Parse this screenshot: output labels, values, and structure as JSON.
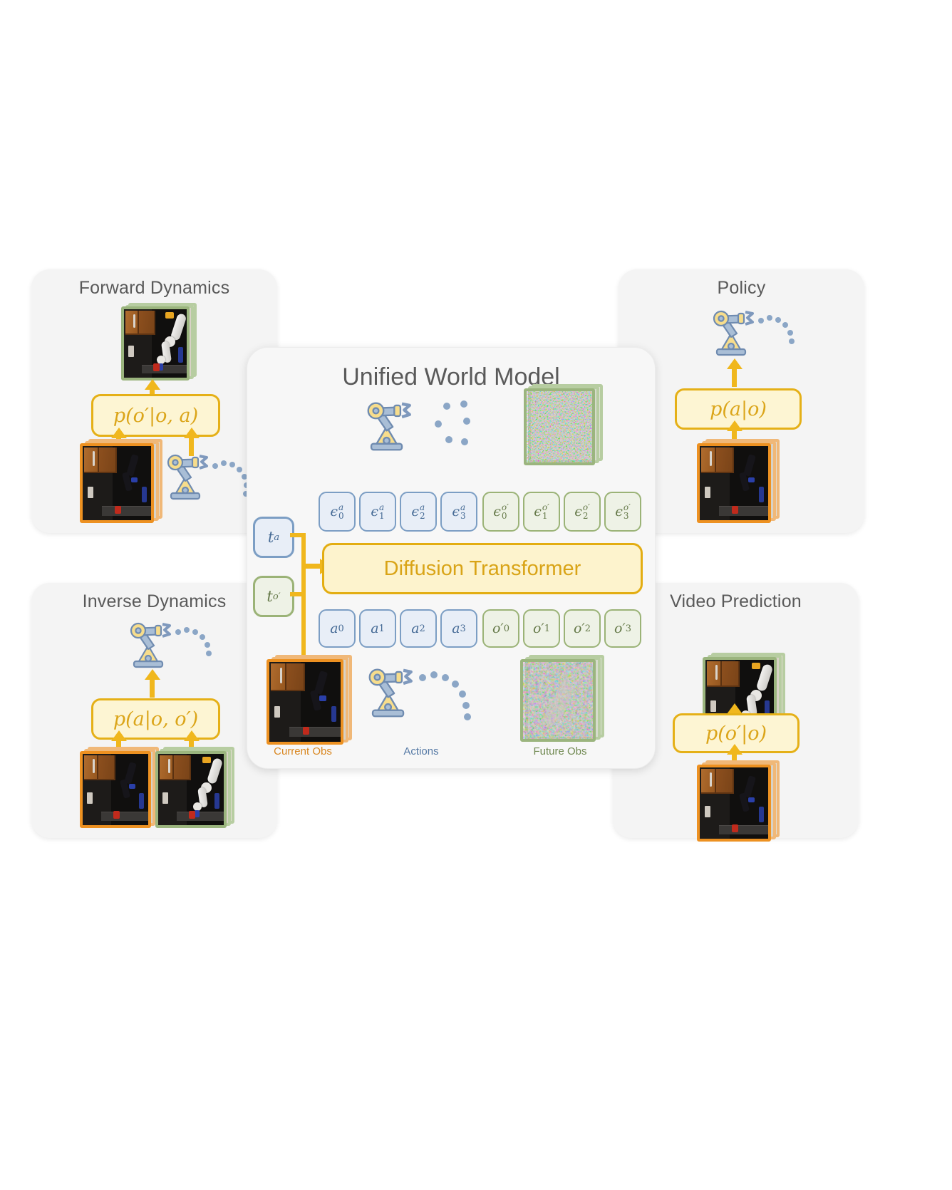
{
  "figure": {
    "center_panel": {
      "title": "Unified World Model",
      "transformer_label": "Diffusion Transformer",
      "timestep_tokens": [
        {
          "name": "timestep-action",
          "base": "t",
          "sub": "a",
          "kind": "action"
        },
        {
          "name": "timestep-obs",
          "base": "t",
          "sub": "o′",
          "kind": "obs"
        }
      ],
      "noise_tokens": [
        {
          "base": "ϵ",
          "sup": "a",
          "sub": "0",
          "kind": "action"
        },
        {
          "base": "ϵ",
          "sup": "a",
          "sub": "1",
          "kind": "action"
        },
        {
          "base": "ϵ",
          "sup": "a",
          "sub": "2",
          "kind": "action"
        },
        {
          "base": "ϵ",
          "sup": "a",
          "sub": "3",
          "kind": "action"
        },
        {
          "base": "ϵ",
          "sup": "o′",
          "sub": "0",
          "kind": "obs"
        },
        {
          "base": "ϵ",
          "sup": "o′",
          "sub": "1",
          "kind": "obs"
        },
        {
          "base": "ϵ",
          "sup": "o′",
          "sub": "2",
          "kind": "obs"
        },
        {
          "base": "ϵ",
          "sup": "o′",
          "sub": "3",
          "kind": "obs"
        }
      ],
      "sequence_tokens": [
        {
          "base": "a",
          "sup": "",
          "sub": "0",
          "kind": "action"
        },
        {
          "base": "a",
          "sup": "",
          "sub": "1",
          "kind": "action"
        },
        {
          "base": "a",
          "sup": "",
          "sub": "2",
          "kind": "action"
        },
        {
          "base": "a",
          "sup": "",
          "sub": "3",
          "kind": "action"
        },
        {
          "base": "o′",
          "sup": "",
          "sub": "0",
          "kind": "obs"
        },
        {
          "base": "o′",
          "sup": "",
          "sub": "1",
          "kind": "obs"
        },
        {
          "base": "o′",
          "sup": "",
          "sub": "2",
          "kind": "obs"
        },
        {
          "base": "o′",
          "sup": "",
          "sub": "3",
          "kind": "obs"
        }
      ],
      "captions": [
        {
          "text": "Current Obs",
          "color": "#d98721"
        },
        {
          "text": "Actions",
          "color": "#5579a5"
        },
        {
          "text": "Future Obs",
          "color": "#718a52"
        }
      ]
    },
    "panels": [
      {
        "id": "forward-dynamics",
        "title": "Forward Dynamics",
        "formula": "p(o′|o, a)"
      },
      {
        "id": "policy",
        "title": "Policy",
        "formula": "p(a|o)"
      },
      {
        "id": "inverse-dynamics",
        "title": "Inverse Dynamics",
        "formula": "p(a|o, o′)"
      },
      {
        "id": "video-prediction",
        "title": "Video Prediction",
        "formula": "p(o′|o)"
      }
    ],
    "colors": {
      "accent_yellow": "#e5b017",
      "formula_fill": "#fdf5d3",
      "action_blue_border": "#7c9ec4",
      "action_blue_fill": "#e8eef7",
      "obs_green_border": "#9bb377",
      "obs_green_fill": "#eef2e6",
      "obs_photo_border": "#9bb57e",
      "current_photo_border": "#ed9121",
      "panel_bg": "#f4f4f4",
      "title_text": "#595959"
    }
  }
}
